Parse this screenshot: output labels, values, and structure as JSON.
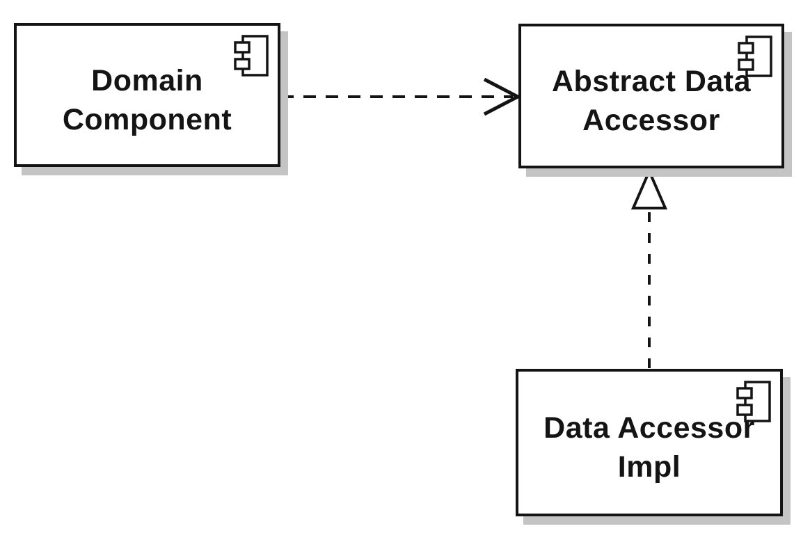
{
  "diagram": {
    "kind": "uml-component-diagram",
    "colors": {
      "line": "#141414",
      "node_fill": "#ffffff",
      "shadow": "#c4c4c4",
      "background": "#ffffff"
    },
    "nodes": [
      {
        "name": "Domain Component",
        "lines": [
          "Domain",
          "Component"
        ],
        "icon": "uml-component-icon"
      },
      {
        "name": "Abstract Data Accessor",
        "lines": [
          "Abstract Data",
          "Accessor"
        ],
        "icon": "uml-component-icon"
      },
      {
        "name": "Data Accessor Impl",
        "lines": [
          "Data Accessor",
          "Impl"
        ],
        "icon": "uml-component-icon"
      }
    ],
    "edges": [
      {
        "type": "dependency",
        "from": "Domain Component",
        "to": "Abstract Data Accessor",
        "line_style": "dashed",
        "arrowhead": "open-arrow",
        "direction": "left-to-right"
      },
      {
        "type": "realization",
        "from": "Data Accessor Impl",
        "to": "Abstract Data Accessor",
        "line_style": "dashed",
        "arrowhead": "hollow-triangle",
        "direction": "bottom-to-top"
      }
    ]
  }
}
